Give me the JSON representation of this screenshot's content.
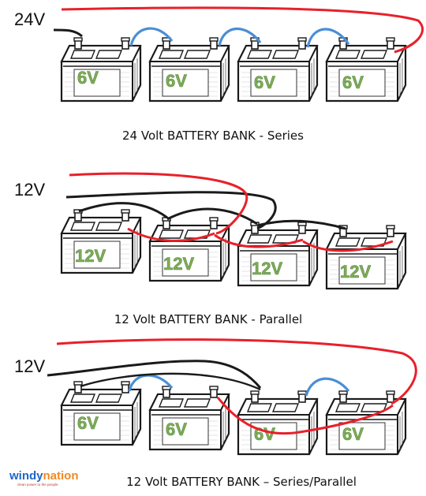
{
  "colors": {
    "positive_wire": "#e8202a",
    "negative_wire": "#1a1a1a",
    "jumper_wire": "#4a8ed6",
    "battery_outline": "#1a1a1a",
    "battery_label": "#7fae5a",
    "logo_blue": "#1e66c9",
    "logo_orange": "#f08a22"
  },
  "banks": [
    {
      "id": "series",
      "voltage": "24V",
      "caption": "24 Volt BATTERY BANK - Series",
      "batteries": [
        "6V",
        "6V",
        "6V",
        "6V"
      ]
    },
    {
      "id": "parallel",
      "voltage": "12V",
      "caption": "12 Volt BATTERY BANK - Parallel",
      "batteries": [
        "12V",
        "12V",
        "12V",
        "12V"
      ]
    },
    {
      "id": "series-parallel",
      "voltage": "12V",
      "caption": "12 Volt BATTERY BANK – Series/Parallel",
      "batteries": [
        "6V",
        "6V",
        "6V",
        "6V"
      ]
    }
  ],
  "logo": {
    "brand_part1": "windy",
    "brand_part2": "nation",
    "tagline": "clean power to the people"
  }
}
